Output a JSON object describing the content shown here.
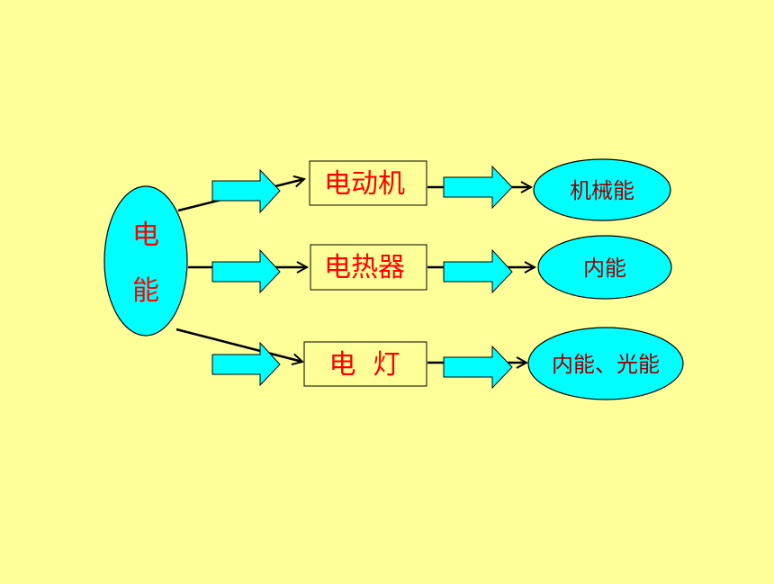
{
  "colors": {
    "background": "#FFFF99",
    "ellipse_fill": "#00FFFF",
    "box_fill": "#FFFF99",
    "text_red": "#FF0000",
    "text_dark_red": "#990000",
    "line": "#000000"
  },
  "source": {
    "label_top": "电",
    "label_bottom": "能"
  },
  "devices": [
    {
      "name": "电动机",
      "output": "机械能"
    },
    {
      "name": "电热器",
      "output": "内能"
    },
    {
      "name": "电  灯",
      "output": "内能、光能"
    }
  ]
}
